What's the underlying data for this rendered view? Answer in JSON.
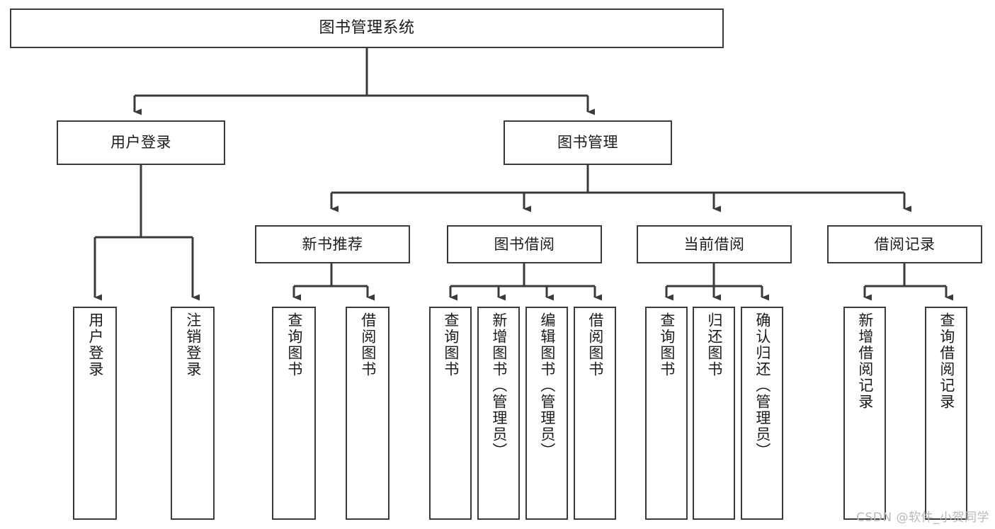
{
  "diagram": {
    "title": "图书管理系统",
    "watermark": "CSDN @软件_小贺同学",
    "line_color": "#3b3b3b",
    "box_fill": "#ffffff",
    "text_color": "#1b1b1b",
    "root": {
      "id": "root",
      "label": "图书管理系统"
    },
    "level2": [
      {
        "id": "user-login",
        "label": "用户登录"
      },
      {
        "id": "book-manage",
        "label": "图书管理"
      }
    ],
    "level3": [
      {
        "id": "new-book-recommend",
        "label": "新书推荐",
        "parent": "book-manage"
      },
      {
        "id": "book-borrow",
        "label": "图书借阅",
        "parent": "book-manage"
      },
      {
        "id": "current-borrow",
        "label": "当前借阅",
        "parent": "book-manage"
      },
      {
        "id": "borrow-record",
        "label": "借阅记录",
        "parent": "book-manage"
      }
    ],
    "leaves": [
      {
        "id": "leaf-user-login",
        "label": "用户登录",
        "parent": "user-login"
      },
      {
        "id": "leaf-logout",
        "label": "注销登录",
        "parent": "user-login"
      },
      {
        "id": "leaf-query-book-1",
        "label": "查询图书",
        "parent": "new-book-recommend"
      },
      {
        "id": "leaf-borrow-book-1",
        "label": "借阅图书",
        "parent": "new-book-recommend"
      },
      {
        "id": "leaf-query-book-2",
        "label": "查询图书",
        "parent": "book-borrow"
      },
      {
        "id": "leaf-add-book",
        "label": "新增图书（管理员）",
        "parent": "book-borrow"
      },
      {
        "id": "leaf-edit-book",
        "label": "编辑图书（管理员）",
        "parent": "book-borrow"
      },
      {
        "id": "leaf-borrow-book-2",
        "label": "借阅图书",
        "parent": "book-borrow"
      },
      {
        "id": "leaf-query-book-3",
        "label": "查询图书",
        "parent": "current-borrow"
      },
      {
        "id": "leaf-return-book",
        "label": "归还图书",
        "parent": "current-borrow"
      },
      {
        "id": "leaf-confirm-return",
        "label": "确认归还（管理员）",
        "parent": "current-borrow"
      },
      {
        "id": "leaf-add-record",
        "label": "新增借阅记录",
        "parent": "borrow-record"
      },
      {
        "id": "leaf-query-record",
        "label": "查询借阅记录",
        "parent": "borrow-record"
      }
    ]
  }
}
